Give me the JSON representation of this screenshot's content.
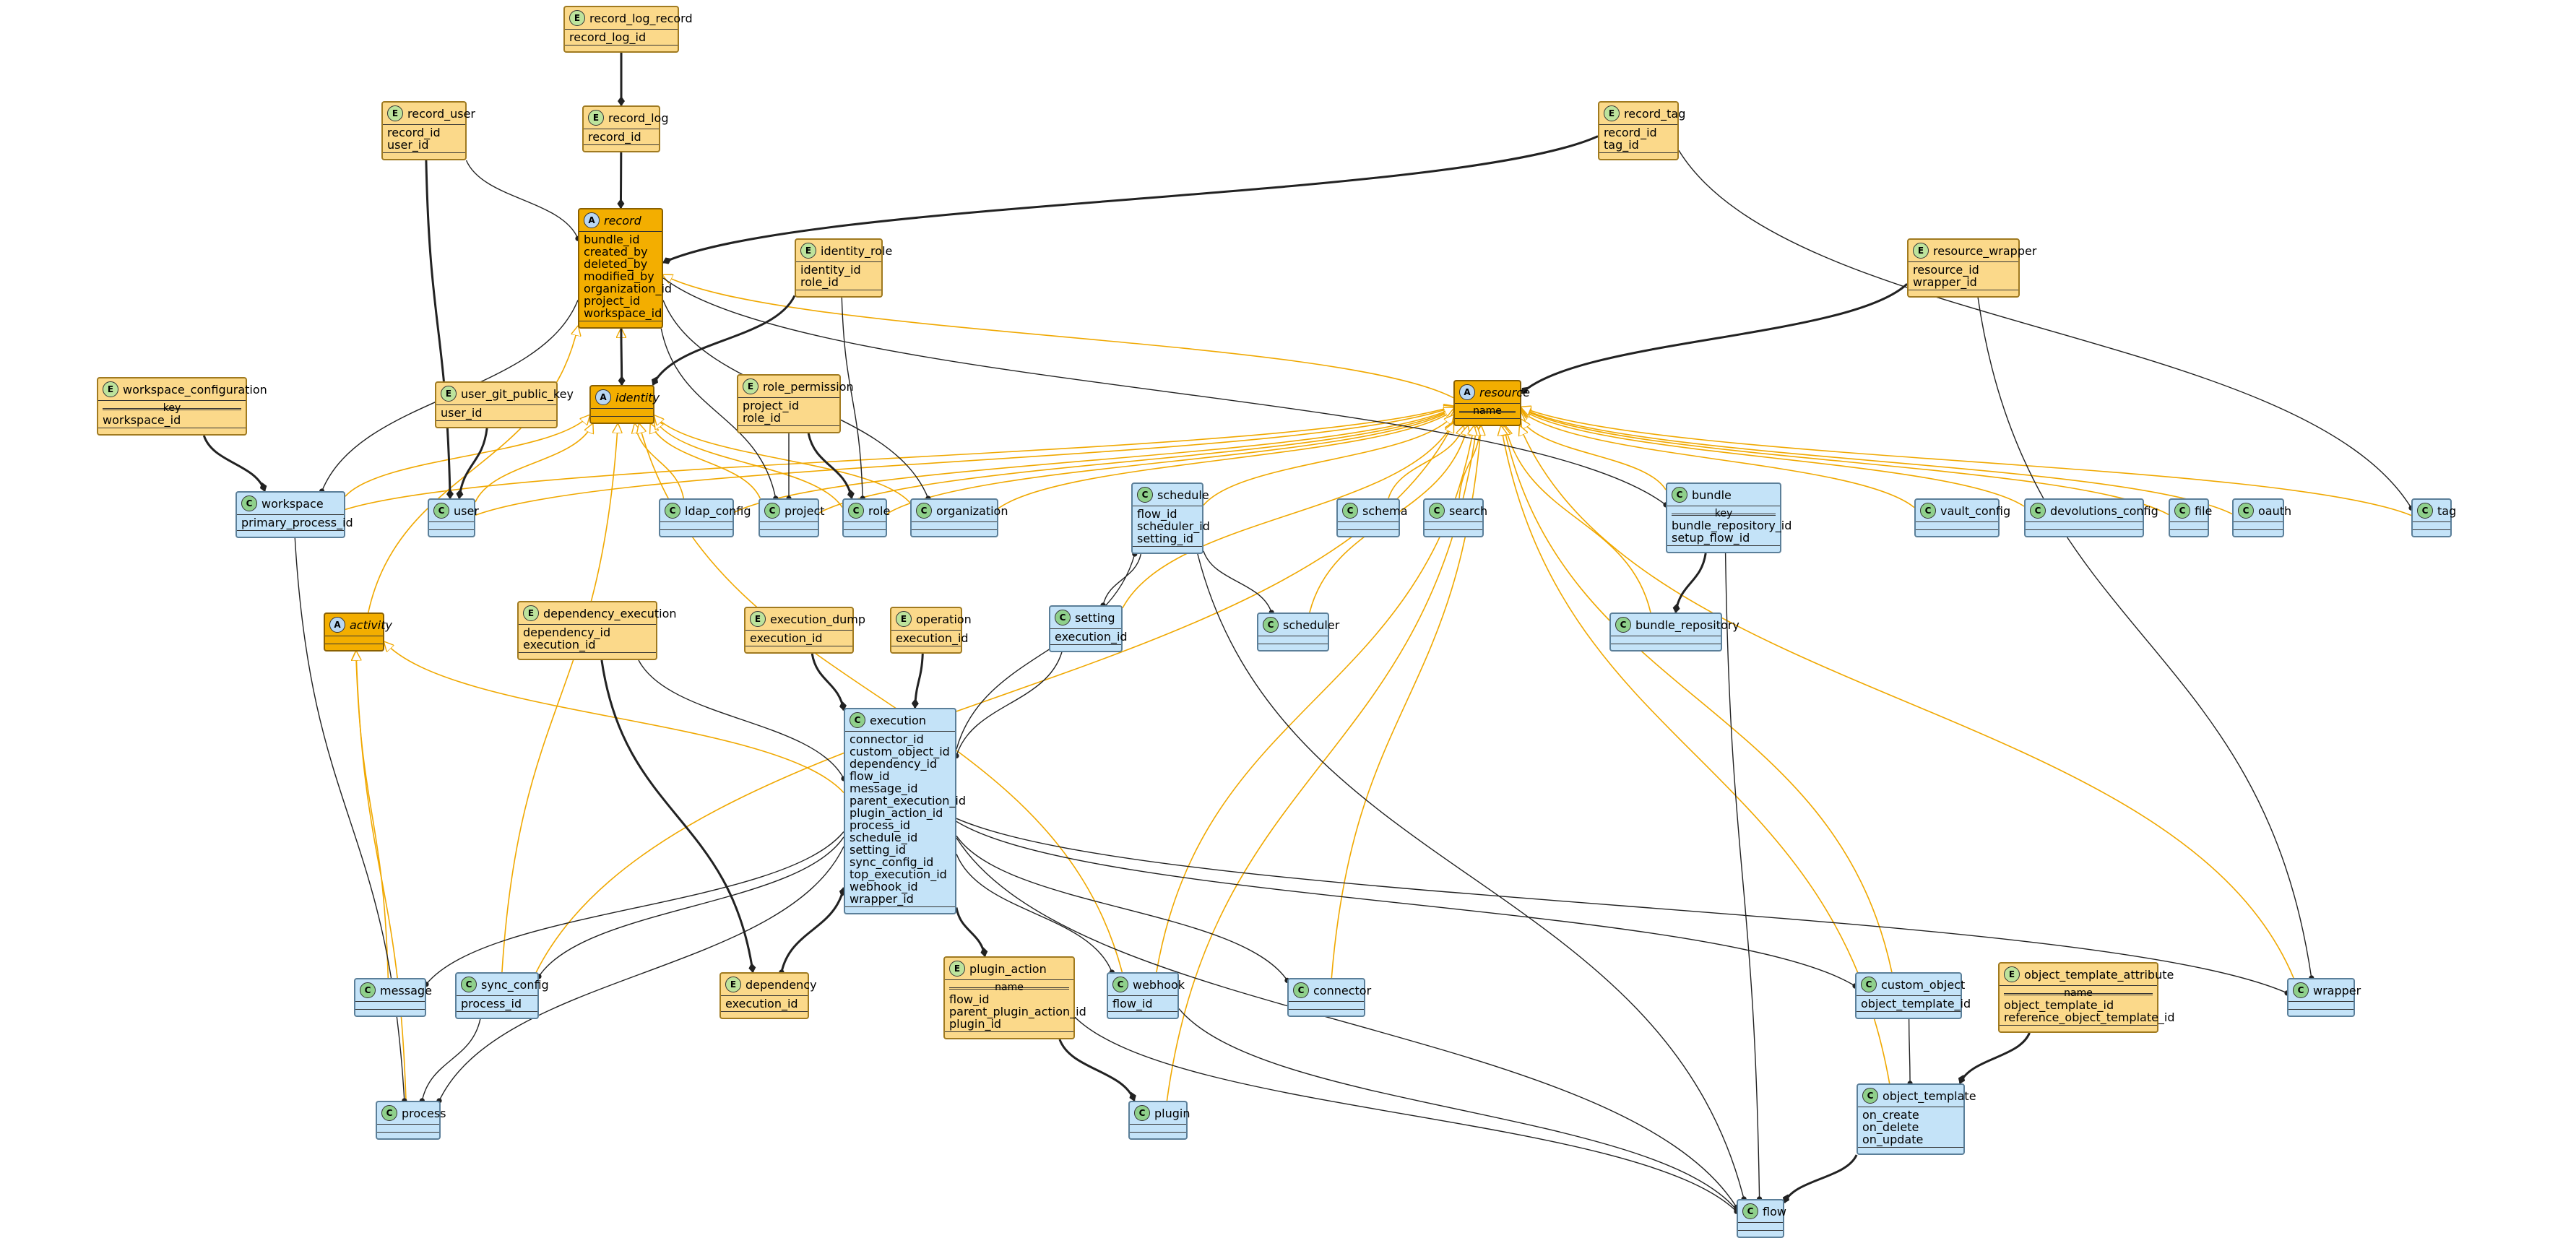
{
  "colors": {
    "class_fill": "#c4e3f8",
    "entity_fill": "#fbd98a",
    "abstract_fill": "#f3ae00",
    "inherit_edge": "#f0a800",
    "assoc_edge": "#222222"
  },
  "nodes": {
    "record_log_record": {
      "badge": "E",
      "title": "record_log_record",
      "fields": [
        "record_log_id"
      ]
    },
    "record_log": {
      "badge": "E",
      "title": "record_log",
      "fields": [
        "record_id"
      ]
    },
    "record_user": {
      "badge": "E",
      "title": "record_user",
      "fields": [
        "record_id",
        "user_id"
      ]
    },
    "record": {
      "badge": "A",
      "title": "record",
      "fields": [
        "bundle_id",
        "created_by",
        "deleted_by",
        "modified_by",
        "organization_id",
        "project_id",
        "workspace_id"
      ]
    },
    "identity_role": {
      "badge": "E",
      "title": "identity_role",
      "fields": [
        "identity_id",
        "role_id"
      ]
    },
    "record_tag": {
      "badge": "E",
      "title": "record_tag",
      "fields": [
        "record_id",
        "tag_id"
      ]
    },
    "resource_wrapper": {
      "badge": "E",
      "title": "resource_wrapper",
      "fields": [
        "resource_id",
        "wrapper_id"
      ]
    },
    "workspace_configuration": {
      "badge": "E",
      "title": "workspace_configuration",
      "key_label": "key",
      "fields": [
        "workspace_id"
      ]
    },
    "user_git_public_key": {
      "badge": "E",
      "title": "user_git_public_key",
      "fields": [
        "user_id"
      ]
    },
    "identity": {
      "badge": "A",
      "title": "identity",
      "fields": []
    },
    "role_permission": {
      "badge": "E",
      "title": "role_permission",
      "fields": [
        "project_id",
        "role_id"
      ]
    },
    "resource": {
      "badge": "A",
      "title": "resource",
      "key_label": "name",
      "fields": []
    },
    "workspace": {
      "badge": "C",
      "title": "workspace",
      "fields": [
        "primary_process_id"
      ]
    },
    "user": {
      "badge": "C",
      "title": "user",
      "fields": []
    },
    "ldap_config": {
      "badge": "C",
      "title": "ldap_config",
      "fields": []
    },
    "project": {
      "badge": "C",
      "title": "project",
      "fields": []
    },
    "role": {
      "badge": "C",
      "title": "role",
      "fields": []
    },
    "organization": {
      "badge": "C",
      "title": "organization",
      "fields": []
    },
    "schedule": {
      "badge": "C",
      "title": "schedule",
      "fields": [
        "flow_id",
        "scheduler_id",
        "setting_id"
      ]
    },
    "schema": {
      "badge": "C",
      "title": "schema",
      "fields": []
    },
    "search": {
      "badge": "C",
      "title": "search",
      "fields": []
    },
    "bundle": {
      "badge": "C",
      "title": "bundle",
      "key_label": "key",
      "fields": [
        "bundle_repository_id",
        "setup_flow_id"
      ]
    },
    "vault_config": {
      "badge": "C",
      "title": "vault_config",
      "fields": []
    },
    "devolutions_config": {
      "badge": "C",
      "title": "devolutions_config",
      "fields": []
    },
    "file": {
      "badge": "C",
      "title": "file",
      "fields": []
    },
    "oauth": {
      "badge": "C",
      "title": "oauth",
      "fields": []
    },
    "tag": {
      "badge": "C",
      "title": "tag",
      "fields": []
    },
    "activity": {
      "badge": "A",
      "title": "activity",
      "fields": []
    },
    "dependency_execution": {
      "badge": "E",
      "title": "dependency_execution",
      "fields": [
        "dependency_id",
        "execution_id"
      ]
    },
    "execution_dump": {
      "badge": "E",
      "title": "execution_dump",
      "fields": [
        "execution_id"
      ]
    },
    "operation": {
      "badge": "E",
      "title": "operation",
      "fields": [
        "execution_id"
      ]
    },
    "setting": {
      "badge": "C",
      "title": "setting",
      "fields": [
        "execution_id"
      ]
    },
    "scheduler": {
      "badge": "C",
      "title": "scheduler",
      "fields": []
    },
    "bundle_repository": {
      "badge": "C",
      "title": "bundle_repository",
      "fields": []
    },
    "execution": {
      "badge": "C",
      "title": "execution",
      "fields": [
        "connector_id",
        "custom_object_id",
        "dependency_id",
        "flow_id",
        "message_id",
        "parent_execution_id",
        "plugin_action_id",
        "process_id",
        "schedule_id",
        "setting_id",
        "sync_config_id",
        "top_execution_id",
        "webhook_id",
        "wrapper_id"
      ]
    },
    "message": {
      "badge": "C",
      "title": "message",
      "fields": []
    },
    "sync_config": {
      "badge": "C",
      "title": "sync_config",
      "fields": [
        "process_id"
      ]
    },
    "dependency": {
      "badge": "E",
      "title": "dependency",
      "fields": [
        "execution_id"
      ]
    },
    "plugin_action": {
      "badge": "E",
      "title": "plugin_action",
      "key_label": "name",
      "fields": [
        "flow_id",
        "parent_plugin_action_id",
        "plugin_id"
      ]
    },
    "webhook": {
      "badge": "C",
      "title": "webhook",
      "fields": [
        "flow_id"
      ]
    },
    "connector": {
      "badge": "C",
      "title": "connector",
      "fields": []
    },
    "custom_object": {
      "badge": "C",
      "title": "custom_object",
      "fields": [
        "object_template_id"
      ]
    },
    "object_template_attribute": {
      "badge": "E",
      "title": "object_template_attribute",
      "key_label": "name",
      "fields": [
        "object_template_id",
        "reference_object_template_id"
      ]
    },
    "wrapper": {
      "badge": "C",
      "title": "wrapper",
      "fields": []
    },
    "process": {
      "badge": "C",
      "title": "process",
      "fields": []
    },
    "plugin": {
      "badge": "C",
      "title": "plugin",
      "fields": []
    },
    "object_template": {
      "badge": "C",
      "title": "object_template",
      "fields": [
        "on_create",
        "on_delete",
        "on_update"
      ]
    },
    "flow": {
      "badge": "C",
      "title": "flow",
      "fields": []
    }
  },
  "inherits": [
    [
      "identity",
      "record"
    ],
    [
      "activity",
      "record"
    ],
    [
      "resource",
      "record"
    ],
    [
      "workspace",
      "identity"
    ],
    [
      "user",
      "identity"
    ],
    [
      "ldap_config",
      "identity"
    ],
    [
      "project",
      "identity"
    ],
    [
      "role",
      "identity"
    ],
    [
      "organization",
      "identity"
    ],
    [
      "sync_config",
      "identity"
    ],
    [
      "webhook",
      "identity"
    ],
    [
      "message",
      "activity"
    ],
    [
      "process",
      "activity"
    ],
    [
      "execution",
      "activity"
    ],
    [
      "workspace",
      "resource"
    ],
    [
      "user",
      "resource"
    ],
    [
      "project",
      "resource"
    ],
    [
      "role",
      "resource"
    ],
    [
      "organization",
      "resource"
    ],
    [
      "schedule",
      "resource"
    ],
    [
      "schema",
      "resource"
    ],
    [
      "search",
      "resource"
    ],
    [
      "bundle",
      "resource"
    ],
    [
      "vault_config",
      "resource"
    ],
    [
      "devolutions_config",
      "resource"
    ],
    [
      "file",
      "resource"
    ],
    [
      "oauth",
      "resource"
    ],
    [
      "tag",
      "resource"
    ],
    [
      "setting",
      "resource"
    ],
    [
      "scheduler",
      "resource"
    ],
    [
      "bundle_repository",
      "resource"
    ],
    [
      "connector",
      "resource"
    ],
    [
      "custom_object",
      "resource"
    ],
    [
      "wrapper",
      "resource"
    ],
    [
      "object_template",
      "resource"
    ],
    [
      "plugin",
      "resource"
    ],
    [
      "webhook",
      "resource"
    ],
    [
      "sync_config",
      "resource"
    ],
    [
      "ldap_config",
      "resource"
    ]
  ],
  "assocs": [
    [
      "record_log_record",
      "record_log",
      true
    ],
    [
      "record_log",
      "record",
      true
    ],
    [
      "record_user",
      "record",
      false
    ],
    [
      "record_user",
      "user",
      true
    ],
    [
      "record_tag",
      "record",
      true
    ],
    [
      "record_tag",
      "tag",
      false
    ],
    [
      "identity_role",
      "identity",
      true
    ],
    [
      "identity_role",
      "role",
      false
    ],
    [
      "resource_wrapper",
      "resource",
      true
    ],
    [
      "resource_wrapper",
      "wrapper",
      false
    ],
    [
      "workspace_configuration",
      "workspace",
      true
    ],
    [
      "user_git_public_key",
      "user",
      true
    ],
    [
      "role_permission",
      "project",
      false
    ],
    [
      "role_permission",
      "role",
      true
    ],
    [
      "record",
      "identity",
      true
    ],
    [
      "record",
      "workspace",
      false
    ],
    [
      "record",
      "project",
      false
    ],
    [
      "record",
      "organization",
      false
    ],
    [
      "record",
      "bundle",
      false
    ],
    [
      "workspace",
      "process",
      false
    ],
    [
      "schedule",
      "setting",
      false
    ],
    [
      "schedule",
      "scheduler",
      false
    ],
    [
      "schedule",
      "flow",
      false
    ],
    [
      "bundle",
      "bundle_repository",
      true
    ],
    [
      "bundle",
      "flow",
      false
    ],
    [
      "dependency_execution",
      "dependency",
      true
    ],
    [
      "dependency_execution",
      "execution",
      false
    ],
    [
      "execution_dump",
      "execution",
      true
    ],
    [
      "operation",
      "execution",
      true
    ],
    [
      "setting",
      "execution",
      false
    ],
    [
      "execution",
      "message",
      false
    ],
    [
      "execution",
      "sync_config",
      false
    ],
    [
      "execution",
      "dependency",
      false
    ],
    [
      "execution",
      "plugin_action",
      true
    ],
    [
      "execution",
      "webhook",
      false
    ],
    [
      "execution",
      "connector",
      false
    ],
    [
      "execution",
      "custom_object",
      false
    ],
    [
      "execution",
      "wrapper",
      false
    ],
    [
      "execution",
      "process",
      false
    ],
    [
      "execution",
      "flow",
      false
    ],
    [
      "execution",
      "schedule",
      false
    ],
    [
      "dependency",
      "execution",
      true
    ],
    [
      "sync_config",
      "process",
      false
    ],
    [
      "plugin_action",
      "plugin",
      true
    ],
    [
      "plugin_action",
      "flow",
      false
    ],
    [
      "webhook",
      "flow",
      false
    ],
    [
      "custom_object",
      "object_template",
      false
    ],
    [
      "object_template_attribute",
      "object_template",
      true
    ],
    [
      "object_template",
      "flow",
      true
    ]
  ]
}
